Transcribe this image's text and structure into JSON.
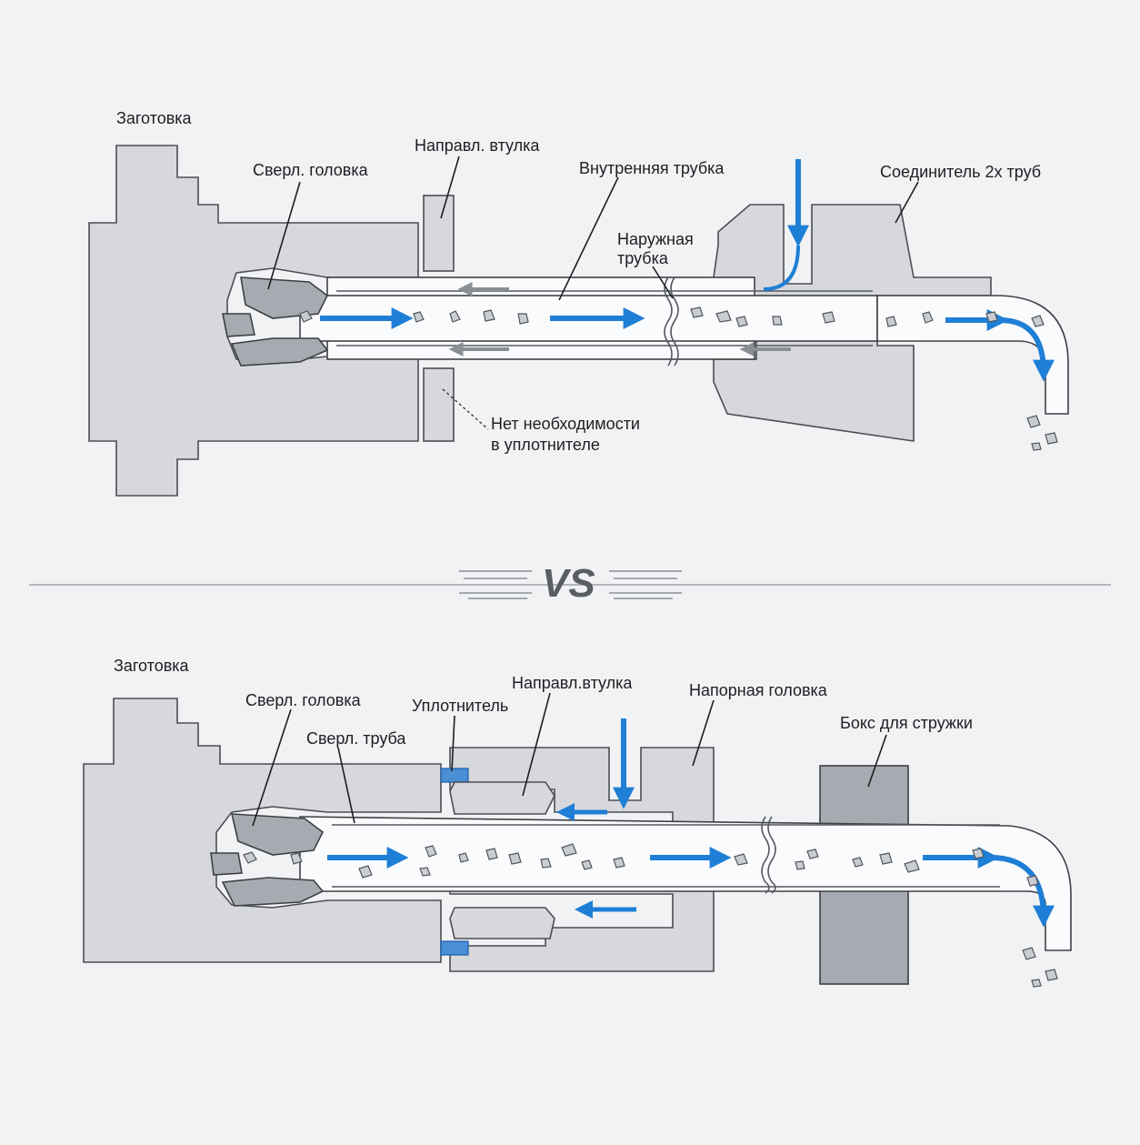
{
  "colors": {
    "background": "#f1f2f4",
    "flow_arrow": "#1f7fd6",
    "part_fill": "#d6d8db",
    "box_fill": "#a7abb1",
    "seal": "#4a8fd6"
  },
  "separator": {
    "text": "VS"
  },
  "top_diagram": {
    "labels": {
      "workpiece": "Заготовка",
      "drill_head": "Сверл. головка",
      "guide_bush": "Направл. втулка",
      "inner_tube": "Внутренняя трубка",
      "outer_tube_1": "Наружная",
      "outer_tube_2": "трубка",
      "connector": "Соединитель 2х труб",
      "no_seal_1": "Нет необходимости",
      "no_seal_2": "в уплотнителе"
    }
  },
  "bottom_diagram": {
    "labels": {
      "workpiece": "Заготовка",
      "drill_head": "Сверл. головка",
      "drill_tube": "Сверл. труба",
      "seal": "Уплотнитель",
      "guide_bush": "Направл.втулка",
      "pressure_head": "Напорная головка",
      "chip_box": "Бокс для стружки"
    }
  }
}
